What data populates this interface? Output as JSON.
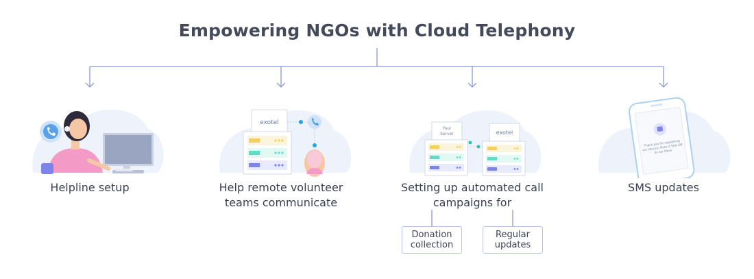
{
  "title": "Empowering NGOs with Cloud Telephony",
  "branches": [
    {
      "label": "Helpline setup"
    },
    {
      "label_lines": [
        "Help remote volunteer",
        "teams communicate"
      ],
      "brand": "exotel"
    },
    {
      "label_lines": [
        "Setting up automated call",
        "campaigns for"
      ],
      "server_text": [
        "Your",
        "Server"
      ],
      "brand": "exotel",
      "sub_items": [
        {
          "lines": [
            "Donation",
            "collection"
          ]
        },
        {
          "lines": [
            "Regular",
            "updates"
          ]
        }
      ]
    },
    {
      "label": "SMS updates",
      "phone_text": [
        "Thank you for supporting",
        "our service. Here is 50% Off",
        "on our Plans"
      ]
    }
  ],
  "colors": {
    "connector": "#8a97d8",
    "bubble": "#eef2fa",
    "accent": "#7c84e8",
    "yellow": "#f7cf5a",
    "teal": "#5fdcc6",
    "pink": "#f39ac7"
  }
}
